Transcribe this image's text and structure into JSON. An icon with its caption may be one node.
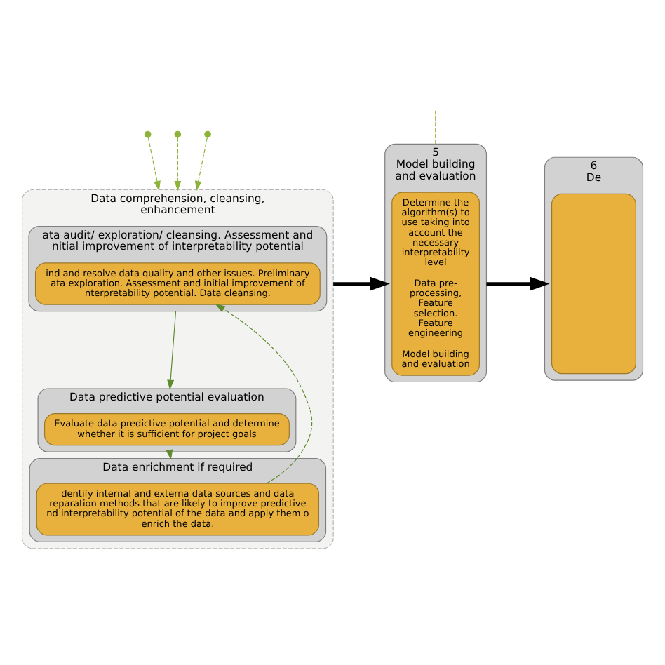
{
  "diagram": {
    "nodes": [
      {
        "text": [
          "Data comprehension, cleansing, enhancement"
        ]
      },
      {
        "text": [
          "ata audit/ exploration/ cleansing. Assessment and nitial improvement of interpretability potential"
        ],
        "in": 0
      },
      {
        "text": [
          "ind and resolve data quality and other issues. Preliminary ata exploration. Assessment and initial improvement of nterpretability potential. Data cleansing."
        ],
        "in": 1
      },
      {
        "text": [
          "Data predictive potential evaluation"
        ],
        "in": 0
      },
      {
        "text": [
          "Evaluate data predictive potential and determine whether it is sufficient for project goals"
        ],
        "in": 3
      },
      {
        "text": [
          "Data enrichment if required"
        ],
        "in": 0
      },
      {
        "text": [
          "dentify internal and externa data sources and data reparation methods that are likely to improve predictive nd interpretability potential of the data and apply them o enrich the data."
        ],
        "in": 5
      },
      {
        "text": [
          "5",
          "Model building and evaluation"
        ]
      },
      {
        "text": [
          "Determine the algorithm(s) to use taking into account the necessary interpretability level",
          "Data pre-processing, Feature selection. Feature engineering",
          "Model building and evaluation"
        ],
        "in": 7
      },
      {
        "text": [
          "6",
          "De"
        ]
      },
      {
        "text": [],
        "shape": "box",
        "in": 9
      }
    ],
    "edges": [
      {
        "from": null,
        "to": 0,
        "arrow": "to",
        "style": "dashed",
        "color": "#8db33a"
      },
      {
        "from": null,
        "to": 0,
        "arrow": "to",
        "style": "dashed",
        "color": "#8db33a"
      },
      {
        "from": null,
        "to": 0,
        "arrow": "to",
        "style": "dashed",
        "color": "#8db33a"
      },
      {
        "from": null,
        "to": 7,
        "arrow": "none",
        "style": "dashed",
        "color": "#8db33a"
      },
      {
        "from": 1,
        "to": 3,
        "arrow": "to",
        "color": "#5f8a2e"
      },
      {
        "from": 3,
        "to": 5,
        "arrow": "to",
        "style": "dashed",
        "color": "#5f8a2e"
      },
      {
        "from": 6,
        "to": 2,
        "arrow": "to",
        "style": "dashed",
        "color": "#5f8a2e"
      },
      {
        "from": 0,
        "to": 7,
        "arrow": "to",
        "style": "thick",
        "color": "#000000"
      },
      {
        "from": 7,
        "to": 9,
        "arrow": "to",
        "style": "thick",
        "color": "#000000"
      }
    ]
  }
}
